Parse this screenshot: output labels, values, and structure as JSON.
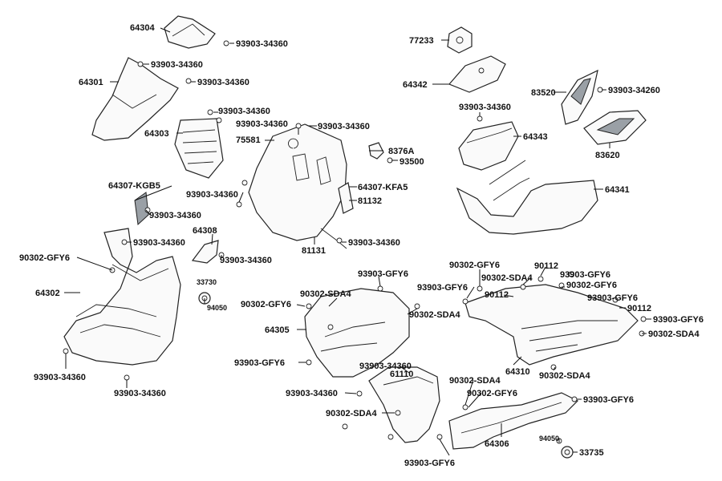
{
  "labels": {
    "p64304": "64304",
    "p64301": "64301",
    "p64303": "64303",
    "p64307kgb5": "64307-KGB5",
    "p64308": "64308",
    "p64302": "64302",
    "p75581": "75581",
    "p81131": "81131",
    "p81132": "81132",
    "p64307kfa5": "64307-KFA5",
    "p8376a": "8376A",
    "p93500": "93500",
    "p77233": "77233",
    "p64342": "64342",
    "p64343": "64343",
    "p64341": "64341",
    "p83520": "83520",
    "p83620": "83620",
    "p33730": "33730",
    "p94050a": "94050",
    "p64305": "64305",
    "p61110": "61110",
    "p64306": "64306",
    "p64310": "64310",
    "p90112a": "90112",
    "p90112b": "90112",
    "p90112c": "90112",
    "p94050b": "94050",
    "p33735": "33735",
    "s1": "93903-34360",
    "s2": "93903-34360",
    "s3": "93903-34360",
    "s4": "93903-34360",
    "s5": "93903-34360",
    "s6": "93903-34360",
    "s7": "93903-34360",
    "s8": "93903-34360",
    "s9": "93903-34360",
    "s10": "93903-34360",
    "s11": "93903-34360",
    "s12": "93903-34360",
    "s13": "93903-34360",
    "s14": "93903-34360",
    "s15": "93903-34360",
    "s16": "93903-34360",
    "s17": "93903-34260",
    "g1": "90302-GFY6",
    "g2": "90302-GFY6",
    "g3": "90302-GFY6",
    "g4": "90302-GFY6",
    "g5": "90302-GFY6",
    "f1": "93903-GFY6",
    "f2": "93903-GFY6",
    "f3": "93903-GFY6",
    "f4": "93903-GFY6",
    "f5": "93903-GFY6",
    "f6": "93903-GFY6",
    "f7": "93903-GFY6",
    "d1": "90302-SDA4",
    "d2": "90302-SDA4",
    "d3": "90302-SDA4",
    "d4": "90302-SDA4",
    "d5": "90302-SDA4",
    "d6": "90302-SDA4",
    "d7": "90302-SDA4"
  }
}
